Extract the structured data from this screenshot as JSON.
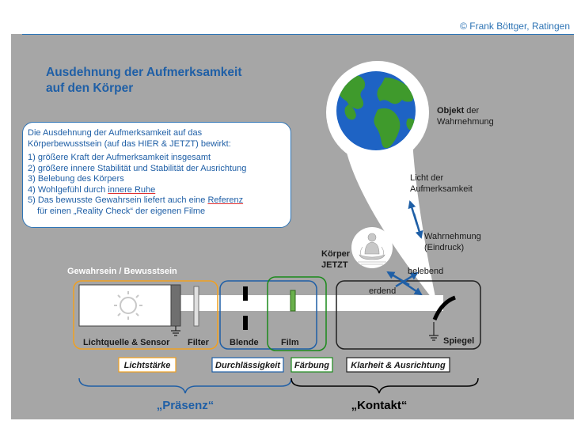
{
  "copyright": "© Frank Böttger, Ratingen",
  "title": {
    "line1": "Ausdehnung der Aufmerksamkeit",
    "line2": "auf den Körper"
  },
  "textbox": {
    "intro1": "Die Ausdehnung der Aufmerksamkeit auf das",
    "intro2": "Körperbewusstsein (auf das HIER & JETZT) bewirkt:",
    "item1": "1) größere Kraft der Aufmerksamkeit insgesamt",
    "item2": "2) größere innere Stabilität und Stabilität der Ausrichtung",
    "item3": "3) Belebung des Körpers",
    "item4_prefix": "4) Wohlgefühl durch ",
    "item4_link": "innere Ruhe",
    "item5_prefix": "5) Das bewusste Gewahrsein liefert auch eine ",
    "item5_link": "Referenz",
    "item5_line2": "für einen „Reality Check“ der eigenen Filme"
  },
  "diagram": {
    "objekt_bold": "Objekt",
    "objekt_rest": " der",
    "objekt_line2": "Wahrnehmung",
    "licht1": "Licht der",
    "licht2": "Aufmerksamkeit",
    "wahrnehmung1": "Wahrnehmung",
    "wahrnehmung2": "(Eindruck)",
    "koerper1": "Körper",
    "koerper2": "JETZT",
    "belebend": "belebend",
    "erdend": "erdend",
    "gewahrsein": "Gewahrsein / Bewusstsein",
    "lichtquelle": "Lichtquelle & Sensor",
    "filter": "Filter",
    "blende": "Blende",
    "film": "Film",
    "spiegel": "Spiegel",
    "lichtstaerke": "Lichtstärke",
    "durchlaessigkeit": "Durchlässigkeit",
    "faerbung": "Färbung",
    "klarheit": "Klarheit & Ausrichtung",
    "praesenz": "„Präsenz“",
    "kontakt": "„Kontakt“"
  },
  "colors": {
    "panel": "#a6a6a6",
    "blue": "#1f5fa6",
    "orange": "#f0a020",
    "green": "#1a8a1a",
    "red": "#e03030"
  }
}
